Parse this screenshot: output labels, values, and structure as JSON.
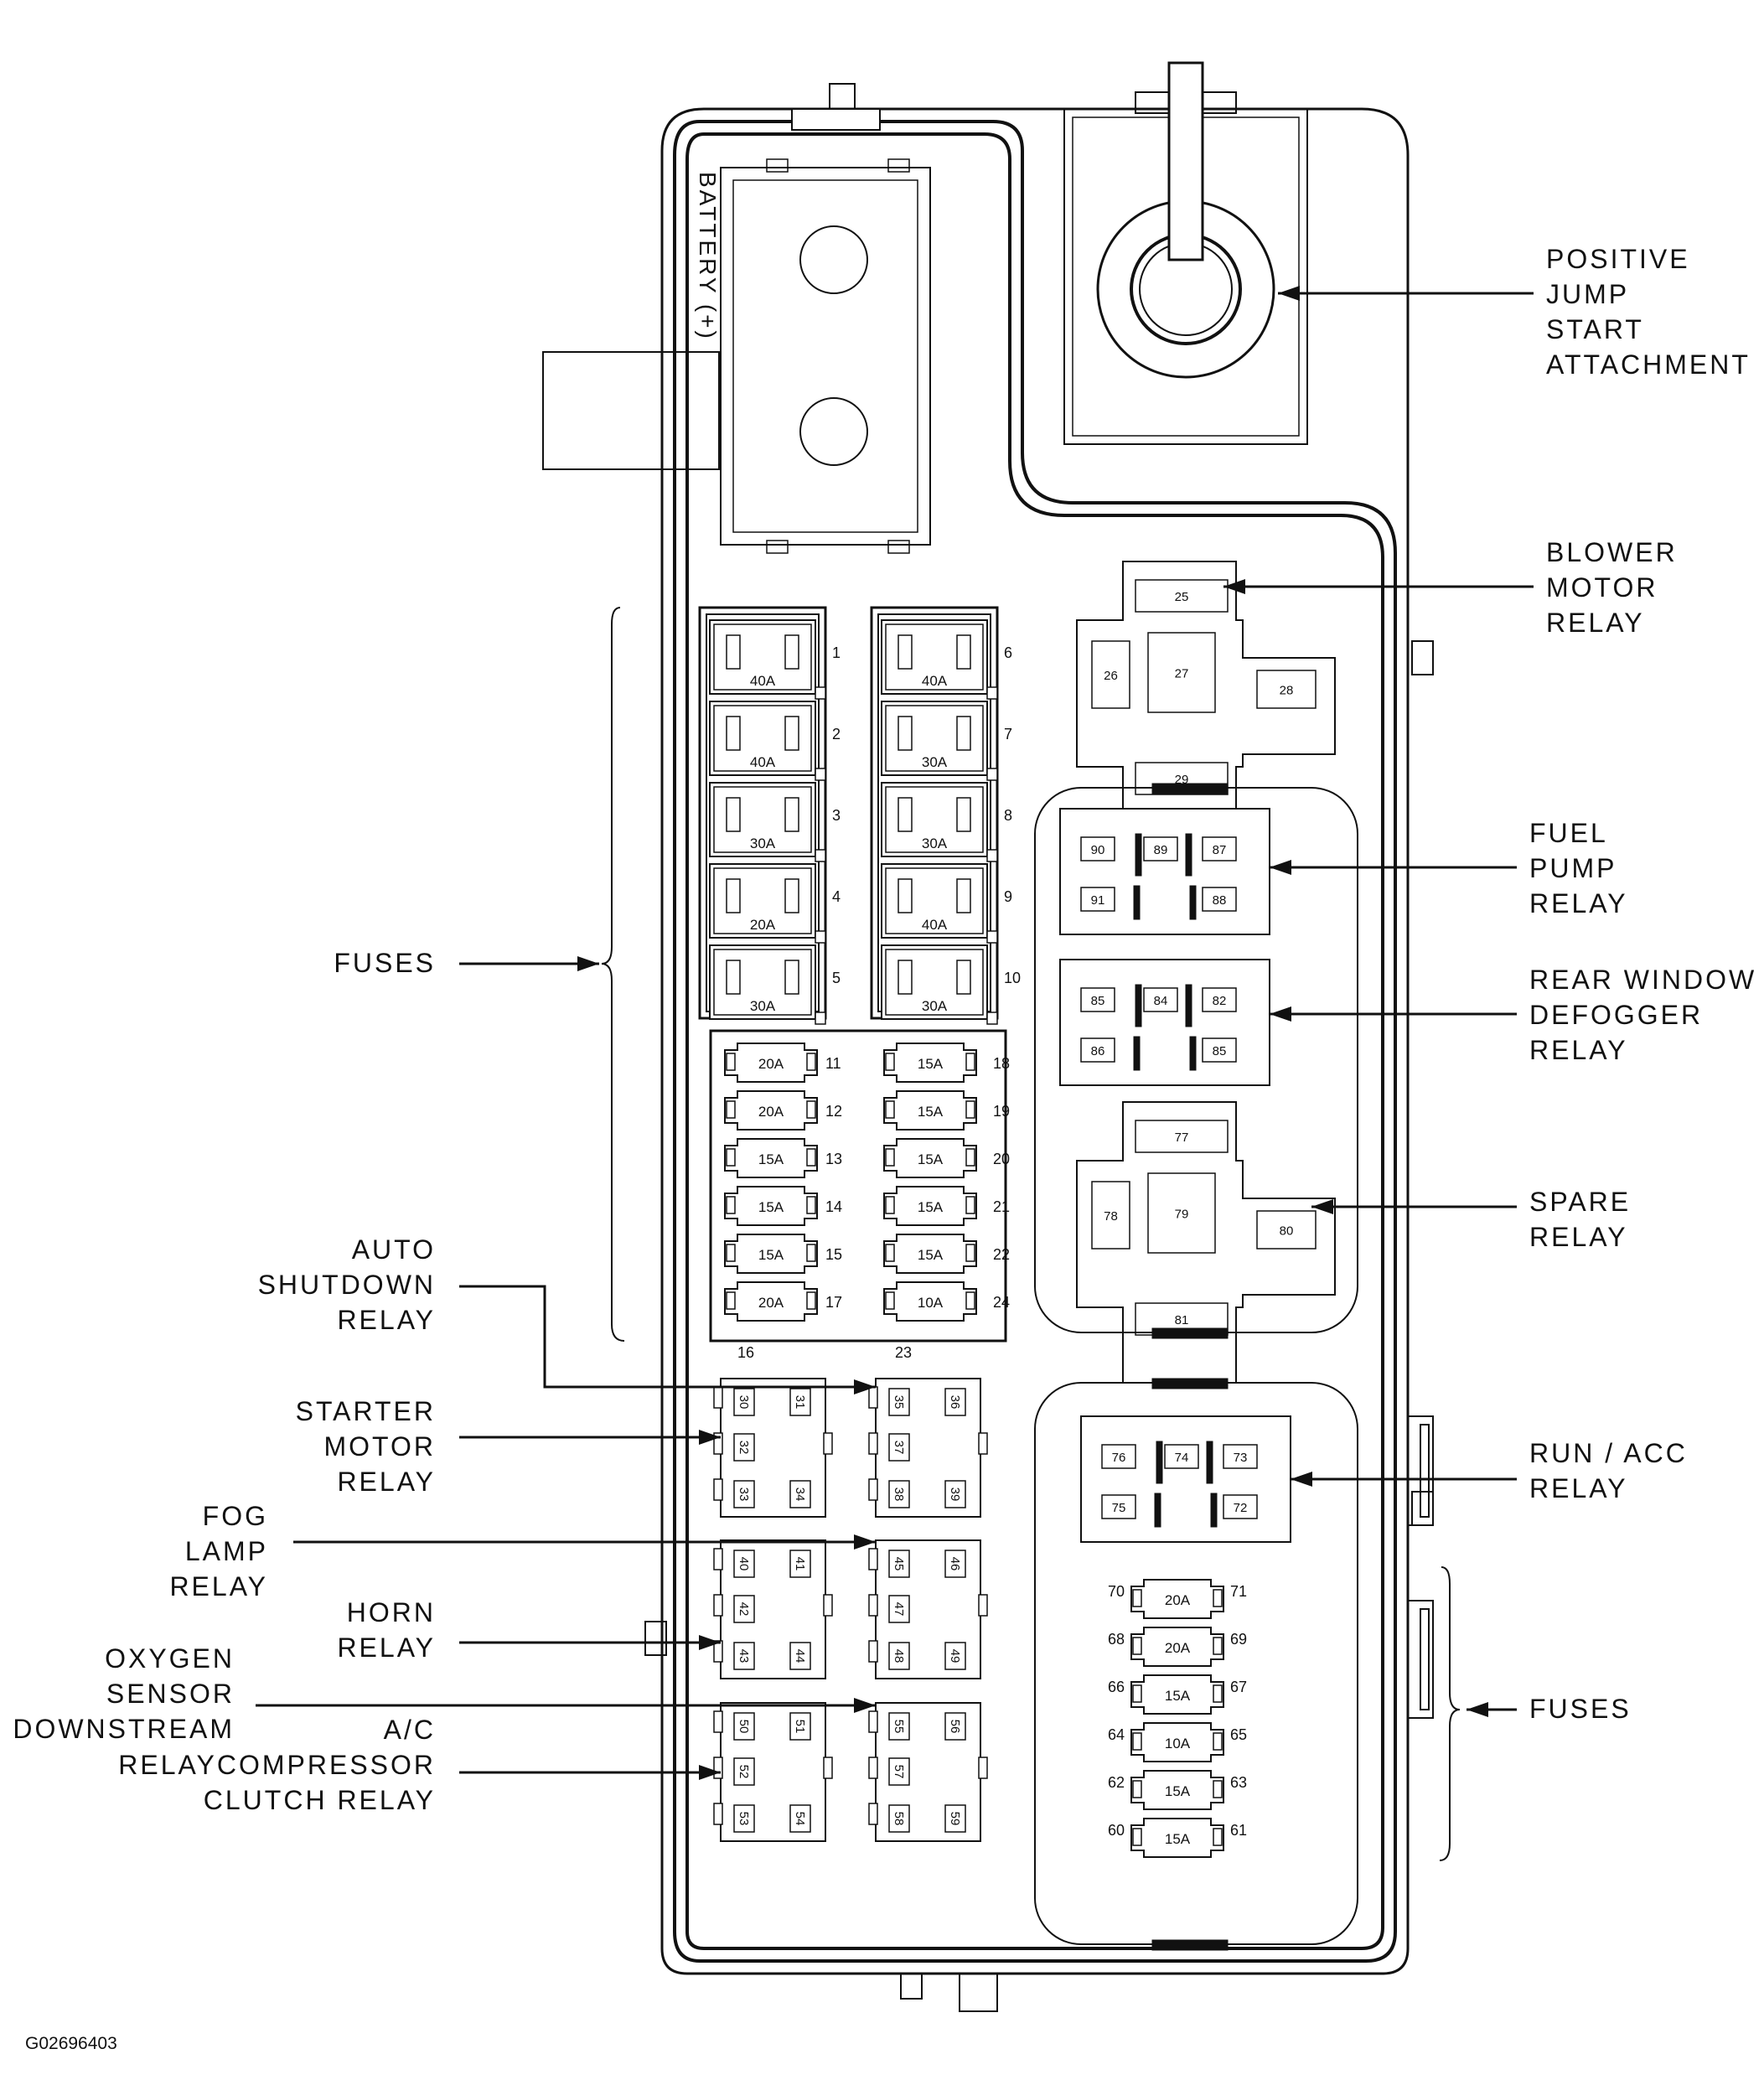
{
  "reference_code": "G02696403",
  "battery_label": "BATTERY (+)",
  "callouts": {
    "left": [
      {
        "id": "fuses",
        "lines": [
          "FUSES"
        ]
      },
      {
        "id": "asd",
        "lines": [
          "AUTO",
          "SHUTDOWN",
          "RELAY"
        ]
      },
      {
        "id": "starter",
        "lines": [
          "STARTER",
          "MOTOR",
          "RELAY"
        ]
      },
      {
        "id": "fog",
        "lines": [
          "FOG",
          "LAMP",
          "RELAY"
        ]
      },
      {
        "id": "horn",
        "lines": [
          "HORN",
          "RELAY"
        ]
      },
      {
        "id": "o2",
        "lines": [
          "OXYGEN",
          "SENSOR",
          "DOWNSTREAM"
        ]
      },
      {
        "id": "ac",
        "lines": [
          "A/C",
          "RELAYCOMPRESSOR",
          "CLUTCH RELAY"
        ]
      }
    ],
    "right": [
      {
        "id": "jump",
        "lines": [
          "POSITIVE",
          "JUMP",
          "START",
          "ATTACHMENT"
        ]
      },
      {
        "id": "blower",
        "lines": [
          "BLOWER",
          "MOTOR",
          "RELAY"
        ]
      },
      {
        "id": "fuel",
        "lines": [
          "FUEL",
          "PUMP",
          "RELAY"
        ]
      },
      {
        "id": "defog",
        "lines": [
          "REAR WINDOW",
          "DEFOGGER",
          "RELAY"
        ]
      },
      {
        "id": "spare",
        "lines": [
          "SPARE",
          "RELAY"
        ]
      },
      {
        "id": "runacc",
        "lines": [
          "RUN / ACC",
          "RELAY"
        ]
      },
      {
        "id": "fuses2",
        "lines": [
          "FUSES"
        ]
      }
    ]
  },
  "cartridge_fuses": {
    "left": [
      {
        "num": "1",
        "amp": "40A"
      },
      {
        "num": "2",
        "amp": "40A"
      },
      {
        "num": "3",
        "amp": "30A"
      },
      {
        "num": "4",
        "amp": "20A"
      },
      {
        "num": "5",
        "amp": "30A"
      }
    ],
    "right": [
      {
        "num": "6",
        "amp": "40A"
      },
      {
        "num": "7",
        "amp": "30A"
      },
      {
        "num": "8",
        "amp": "30A"
      },
      {
        "num": "9",
        "amp": "40A"
      },
      {
        "num": "10",
        "amp": "30A"
      }
    ]
  },
  "mini_fuses": {
    "left": [
      {
        "num": "11",
        "amp": "20A"
      },
      {
        "num": "12",
        "amp": "20A"
      },
      {
        "num": "13",
        "amp": "15A"
      },
      {
        "num": "14",
        "amp": "15A"
      },
      {
        "num": "15",
        "amp": "15A"
      },
      {
        "num": "17",
        "amp": "20A"
      }
    ],
    "right": [
      {
        "num": "18",
        "amp": "15A"
      },
      {
        "num": "19",
        "amp": "15A"
      },
      {
        "num": "20",
        "amp": "15A"
      },
      {
        "num": "21",
        "amp": "15A"
      },
      {
        "num": "22",
        "amp": "15A"
      },
      {
        "num": "24",
        "amp": "10A"
      }
    ],
    "bottom_left_num": "16",
    "bottom_right_num": "23"
  },
  "lower_fuses": [
    {
      "l": "70",
      "r": "71",
      "amp": "20A"
    },
    {
      "l": "68",
      "r": "69",
      "amp": "20A"
    },
    {
      "l": "66",
      "r": "67",
      "amp": "15A"
    },
    {
      "l": "64",
      "r": "65",
      "amp": "10A"
    },
    {
      "l": "62",
      "r": "63",
      "amp": "15A"
    },
    {
      "l": "60",
      "r": "61",
      "amp": "15A"
    }
  ],
  "plus_relays": {
    "blower": [
      "25",
      "26",
      "27",
      "28",
      "29"
    ],
    "spare": [
      "77",
      "78",
      "79",
      "80",
      "81"
    ]
  },
  "iso_relays": {
    "fuel": [
      "90",
      "89",
      "87",
      "91",
      "88"
    ],
    "defog": [
      "85",
      "84",
      "82",
      "86",
      "85"
    ],
    "runacc": [
      "76",
      "74",
      "73",
      "75",
      "72"
    ]
  },
  "micro_relays": [
    [
      "30",
      "31",
      "32",
      "33",
      "34"
    ],
    [
      "35",
      "36",
      "37",
      "38",
      "39"
    ],
    [
      "40",
      "41",
      "42",
      "43",
      "44"
    ],
    [
      "45",
      "46",
      "47",
      "48",
      "49"
    ],
    [
      "50",
      "51",
      "52",
      "53",
      "54"
    ],
    [
      "55",
      "56",
      "57",
      "58",
      "59"
    ]
  ]
}
